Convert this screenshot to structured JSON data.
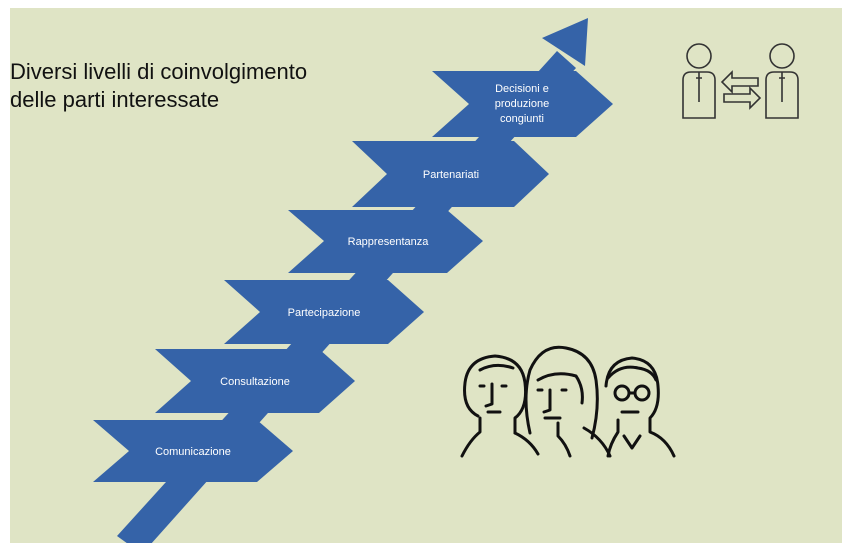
{
  "slide": {
    "title_lines": [
      "Diversi livelli di coinvolgimento",
      "delle parti interessate"
    ],
    "colors": {
      "background": "#dfe4c5",
      "step_fill": "#3563a8",
      "line": "#1a1a1a"
    }
  },
  "steps": [
    {
      "lines": [
        "Comunicazione"
      ]
    },
    {
      "lines": [
        "Consultazione"
      ]
    },
    {
      "lines": [
        "Partecipazione"
      ]
    },
    {
      "lines": [
        "Rappresentanza"
      ]
    },
    {
      "lines": [
        "Partenariati"
      ]
    },
    {
      "lines": [
        "Decisioni e",
        "produzione",
        "congiunti"
      ]
    }
  ],
  "icons": [
    "exchange-people-icon",
    "group-of-people-icon",
    "rising-arrow-icon"
  ]
}
